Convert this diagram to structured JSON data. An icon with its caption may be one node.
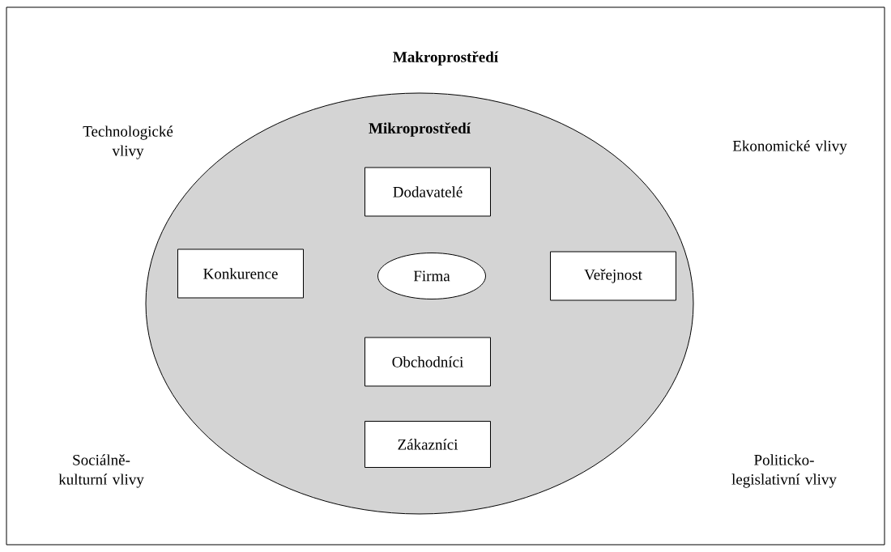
{
  "diagram": {
    "nodes": [
      {
        "text": [
          "Makroprostředí"
        ]
      },
      {
        "text": [
          "Mikroprostředí"
        ],
        "in": 0
      },
      {
        "text": [
          "Dodavatelé"
        ],
        "in": 1
      },
      {
        "text": [
          "Konkurence"
        ],
        "in": 1
      },
      {
        "text": [
          "Firma"
        ],
        "in": 1
      },
      {
        "text": [
          "Veřejnost"
        ],
        "in": 1
      },
      {
        "text": [
          "Obchodníci"
        ],
        "in": 1
      },
      {
        "text": [
          "Zákazníci"
        ],
        "in": 1
      }
    ],
    "labels": [
      "Technologické vlivy",
      "Ekonomické vlivy",
      "Sociálně- kulturní vlivy",
      "Politicko- legislativní vlivy"
    ]
  }
}
